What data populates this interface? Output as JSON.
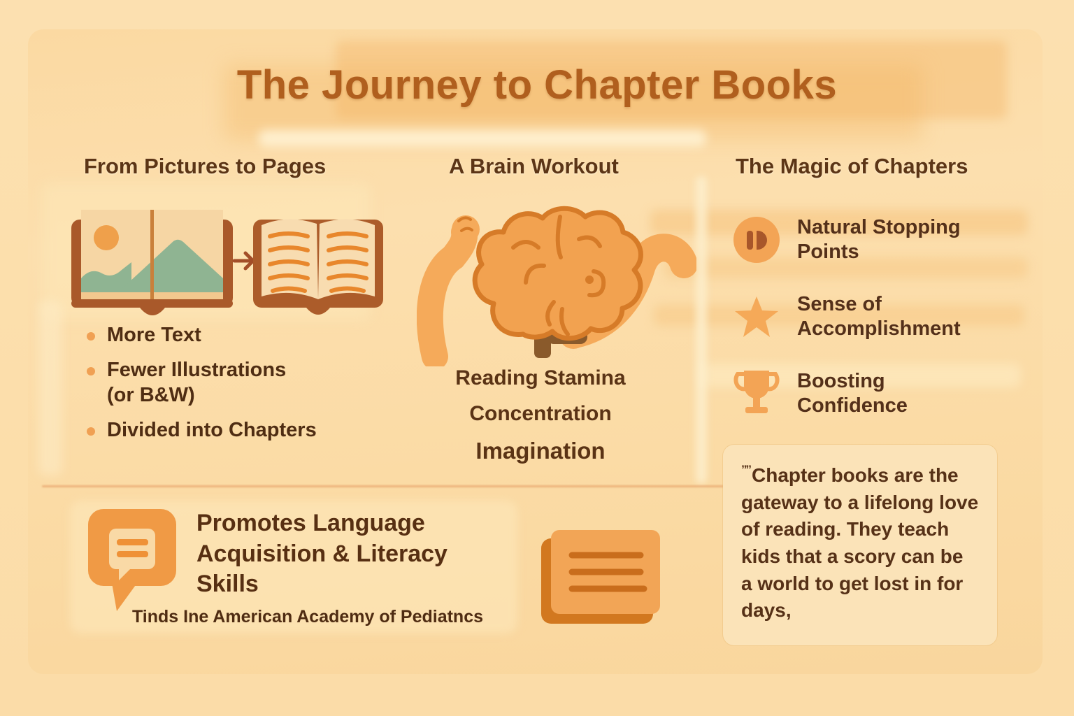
{
  "title": "The Journey to Chapter Books",
  "sections": {
    "pictures": {
      "heading": "From Pictures to Pages",
      "icons": [
        "picture-book-icon",
        "arrow-right-icon",
        "chapter-book-icon"
      ],
      "bullets": [
        "More Text",
        "Fewer Illustrations (or B&W)",
        "Divided into Chapters"
      ]
    },
    "brain": {
      "heading": "A Brain Workout",
      "icon": "brain-muscle-icon",
      "benefits": [
        "Reading Stamina",
        "Concentration",
        "Imagination"
      ]
    },
    "magic": {
      "heading": "The Magic of Chapters",
      "items": [
        {
          "icon": "pause-play-icon",
          "label": "Natural Stopping Points"
        },
        {
          "icon": "star-icon",
          "label": "Sense of Accomplishment"
        },
        {
          "icon": "trophy-icon",
          "label": "Boosting Confidence"
        }
      ]
    }
  },
  "quote": {
    "marks": "””",
    "text": "Chapter books are the gateway to a lifelong love of reading. They teach kids that a scory can be a world to get lost in for days,"
  },
  "footer": {
    "icons": [
      "speech-bubble-icon",
      "notes-card-icon"
    ],
    "message": "Promotes Language Acquisition & Literacy Skills",
    "attribution": "Tinds Ine American Academy of Pediatncs"
  },
  "colors": {
    "background": "#fcdfac",
    "title": "#b05f1e",
    "heading": "#5c3516",
    "body": "#54301a",
    "accent_orange": "#f2a455",
    "line_orange": "#dd7f2b",
    "book_brown": "#a9592a",
    "mountain_green": "#8fb492",
    "quote_bg": "#fbe3b8"
  }
}
